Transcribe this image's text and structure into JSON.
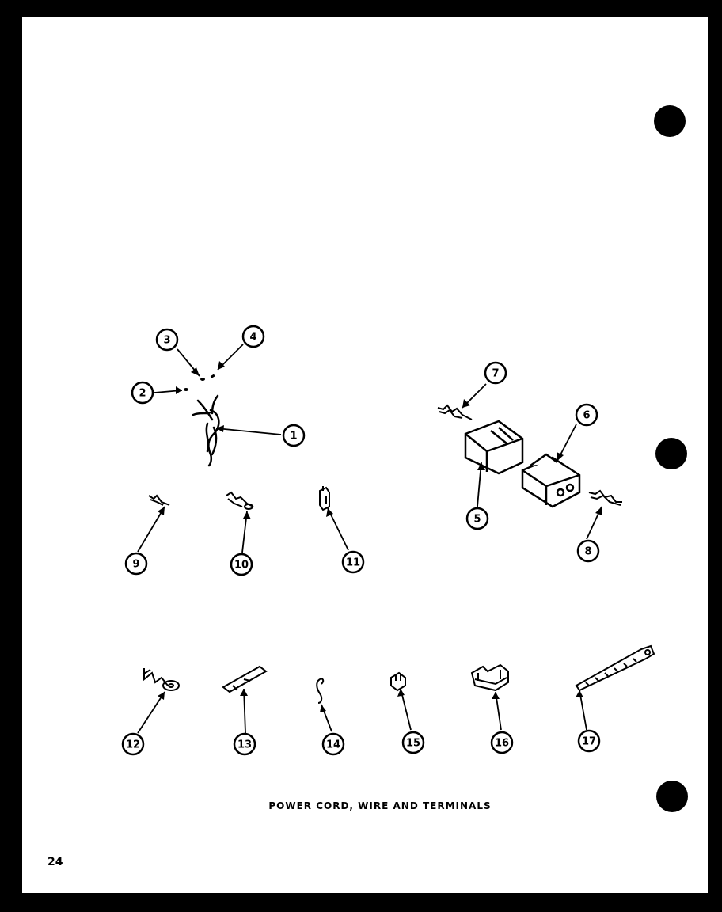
{
  "caption": "POWER CORD, WIRE AND TERMINALS",
  "page_number": "24",
  "callouts": [
    "1",
    "2",
    "3",
    "4",
    "5",
    "6",
    "7",
    "8",
    "9",
    "10",
    "11",
    "12",
    "13",
    "14",
    "15",
    "16",
    "17"
  ],
  "colors": {
    "ink": "#000000",
    "paper": "#ffffff"
  }
}
